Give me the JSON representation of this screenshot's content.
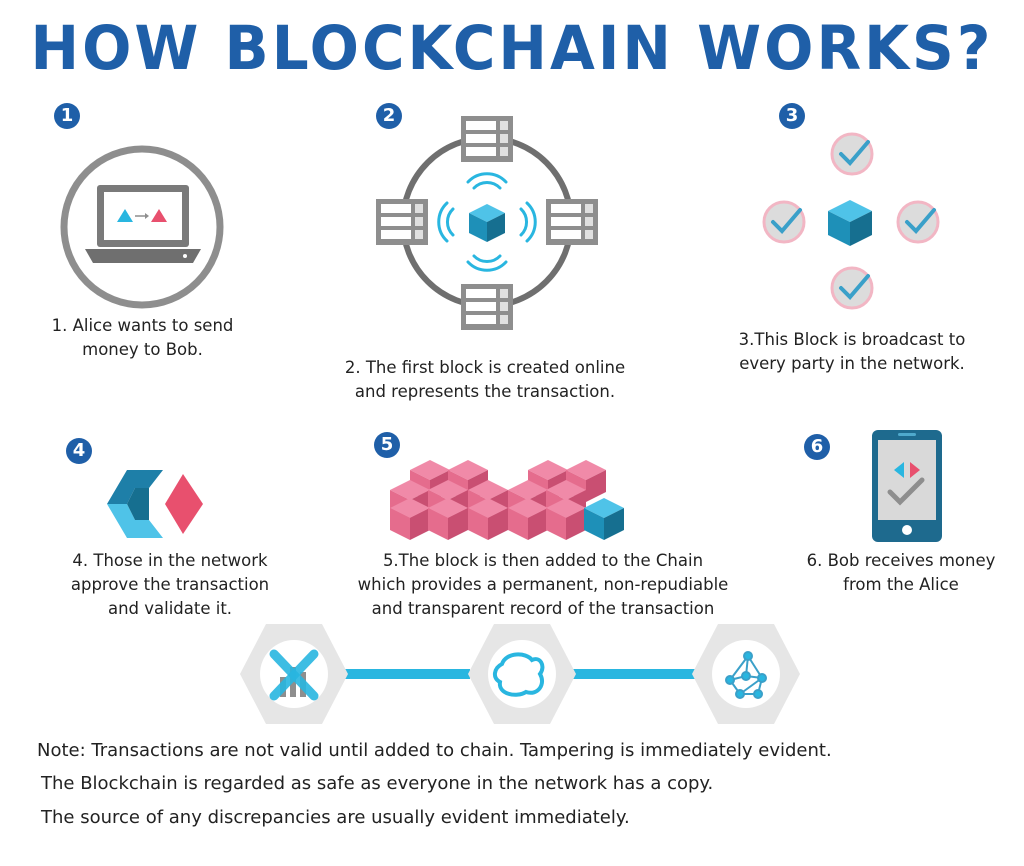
{
  "title": "HOW BLOCKCHAIN WORKS?",
  "steps": [
    {
      "number": "1",
      "lines": [
        "1. Alice wants to send",
        "money to Bob."
      ]
    },
    {
      "number": "2",
      "lines": [
        "2. The first block is created online",
        "and represents the transaction."
      ]
    },
    {
      "number": "3",
      "lines": [
        "3.This Block is broadcast to",
        "every party in the network."
      ]
    },
    {
      "number": "4",
      "lines": [
        "4. Those in the network",
        "approve the transaction",
        "and validate it."
      ]
    },
    {
      "number": "5",
      "lines": [
        "5.The block is then added to the Chain",
        "which provides a permanent, non-repudiable",
        "and transparent record of the transaction"
      ]
    },
    {
      "number": "6",
      "lines": [
        "6. Bob receives money",
        "from the Alice"
      ]
    }
  ],
  "notes": [
    "Note: Transactions are not valid until added to chain. Tampering is immediately evident.",
    "The Blockchain is regarded as safe as everyone in the network has a copy.",
    "The source of any discrepancies are usually evident immediately."
  ],
  "colors": {
    "title_blue": "#1f5fa8",
    "cube_blue": "#1e90b8",
    "accent_cyan": "#29b6e0",
    "accent_pink": "#e8506e",
    "block_pink": "#e56c8d",
    "gray": "#8e8e8e",
    "check_blue": "#3aa0c9"
  },
  "icons": {
    "step1": "laptop-icon",
    "step2": "server-network-icon",
    "step3": "broadcast-checks-icon",
    "step4": "validate-logo-icon",
    "step5": "block-chain-icon",
    "step6": "smartphone-icon",
    "bottom": [
      "no-bars-icon",
      "blob-shape-icon",
      "network-graph-icon"
    ]
  }
}
